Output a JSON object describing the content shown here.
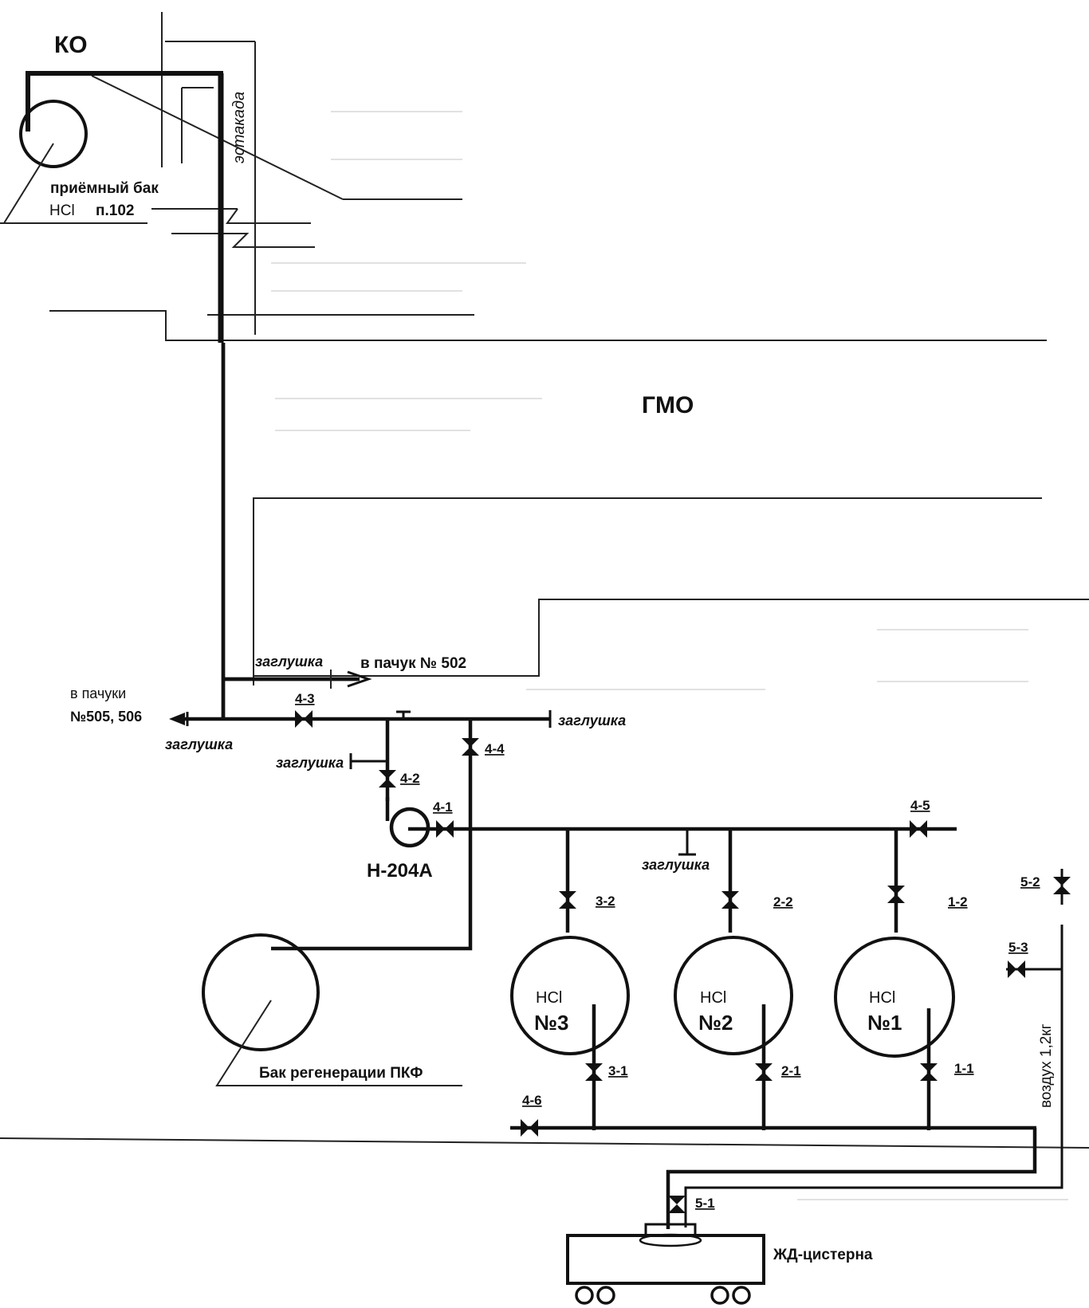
{
  "labels": {
    "ko": "КО",
    "estakada": "эстакада",
    "receiver_tank_line1": "приёмный бак",
    "receiver_tank_line2": "HCl",
    "receiver_tank_ref": "п.102",
    "gmo": "ГМО",
    "plug": "заглушка",
    "to_pachuk_502": "в пачук № 502",
    "to_pachuki_line1": "в пачуки",
    "to_pachuki_line2": "№505, 506",
    "pump": "Н-204А",
    "regen_tank": "Бак регенерации ПКФ",
    "air": "воздух 1,2кг",
    "rail_tank": "ЖД-цистерна"
  },
  "tanks": [
    {
      "line1": "HCl",
      "line2": "№3"
    },
    {
      "line1": "HCl",
      "line2": "№2"
    },
    {
      "line1": "HCl",
      "line2": "№1"
    }
  ],
  "valves": [
    "4-3",
    "4-4",
    "4-2",
    "4-1",
    "4-5",
    "3-2",
    "2-2",
    "1-2",
    "3-1",
    "2-1",
    "1-1",
    "4-6",
    "5-1",
    "5-2",
    "5-3"
  ]
}
